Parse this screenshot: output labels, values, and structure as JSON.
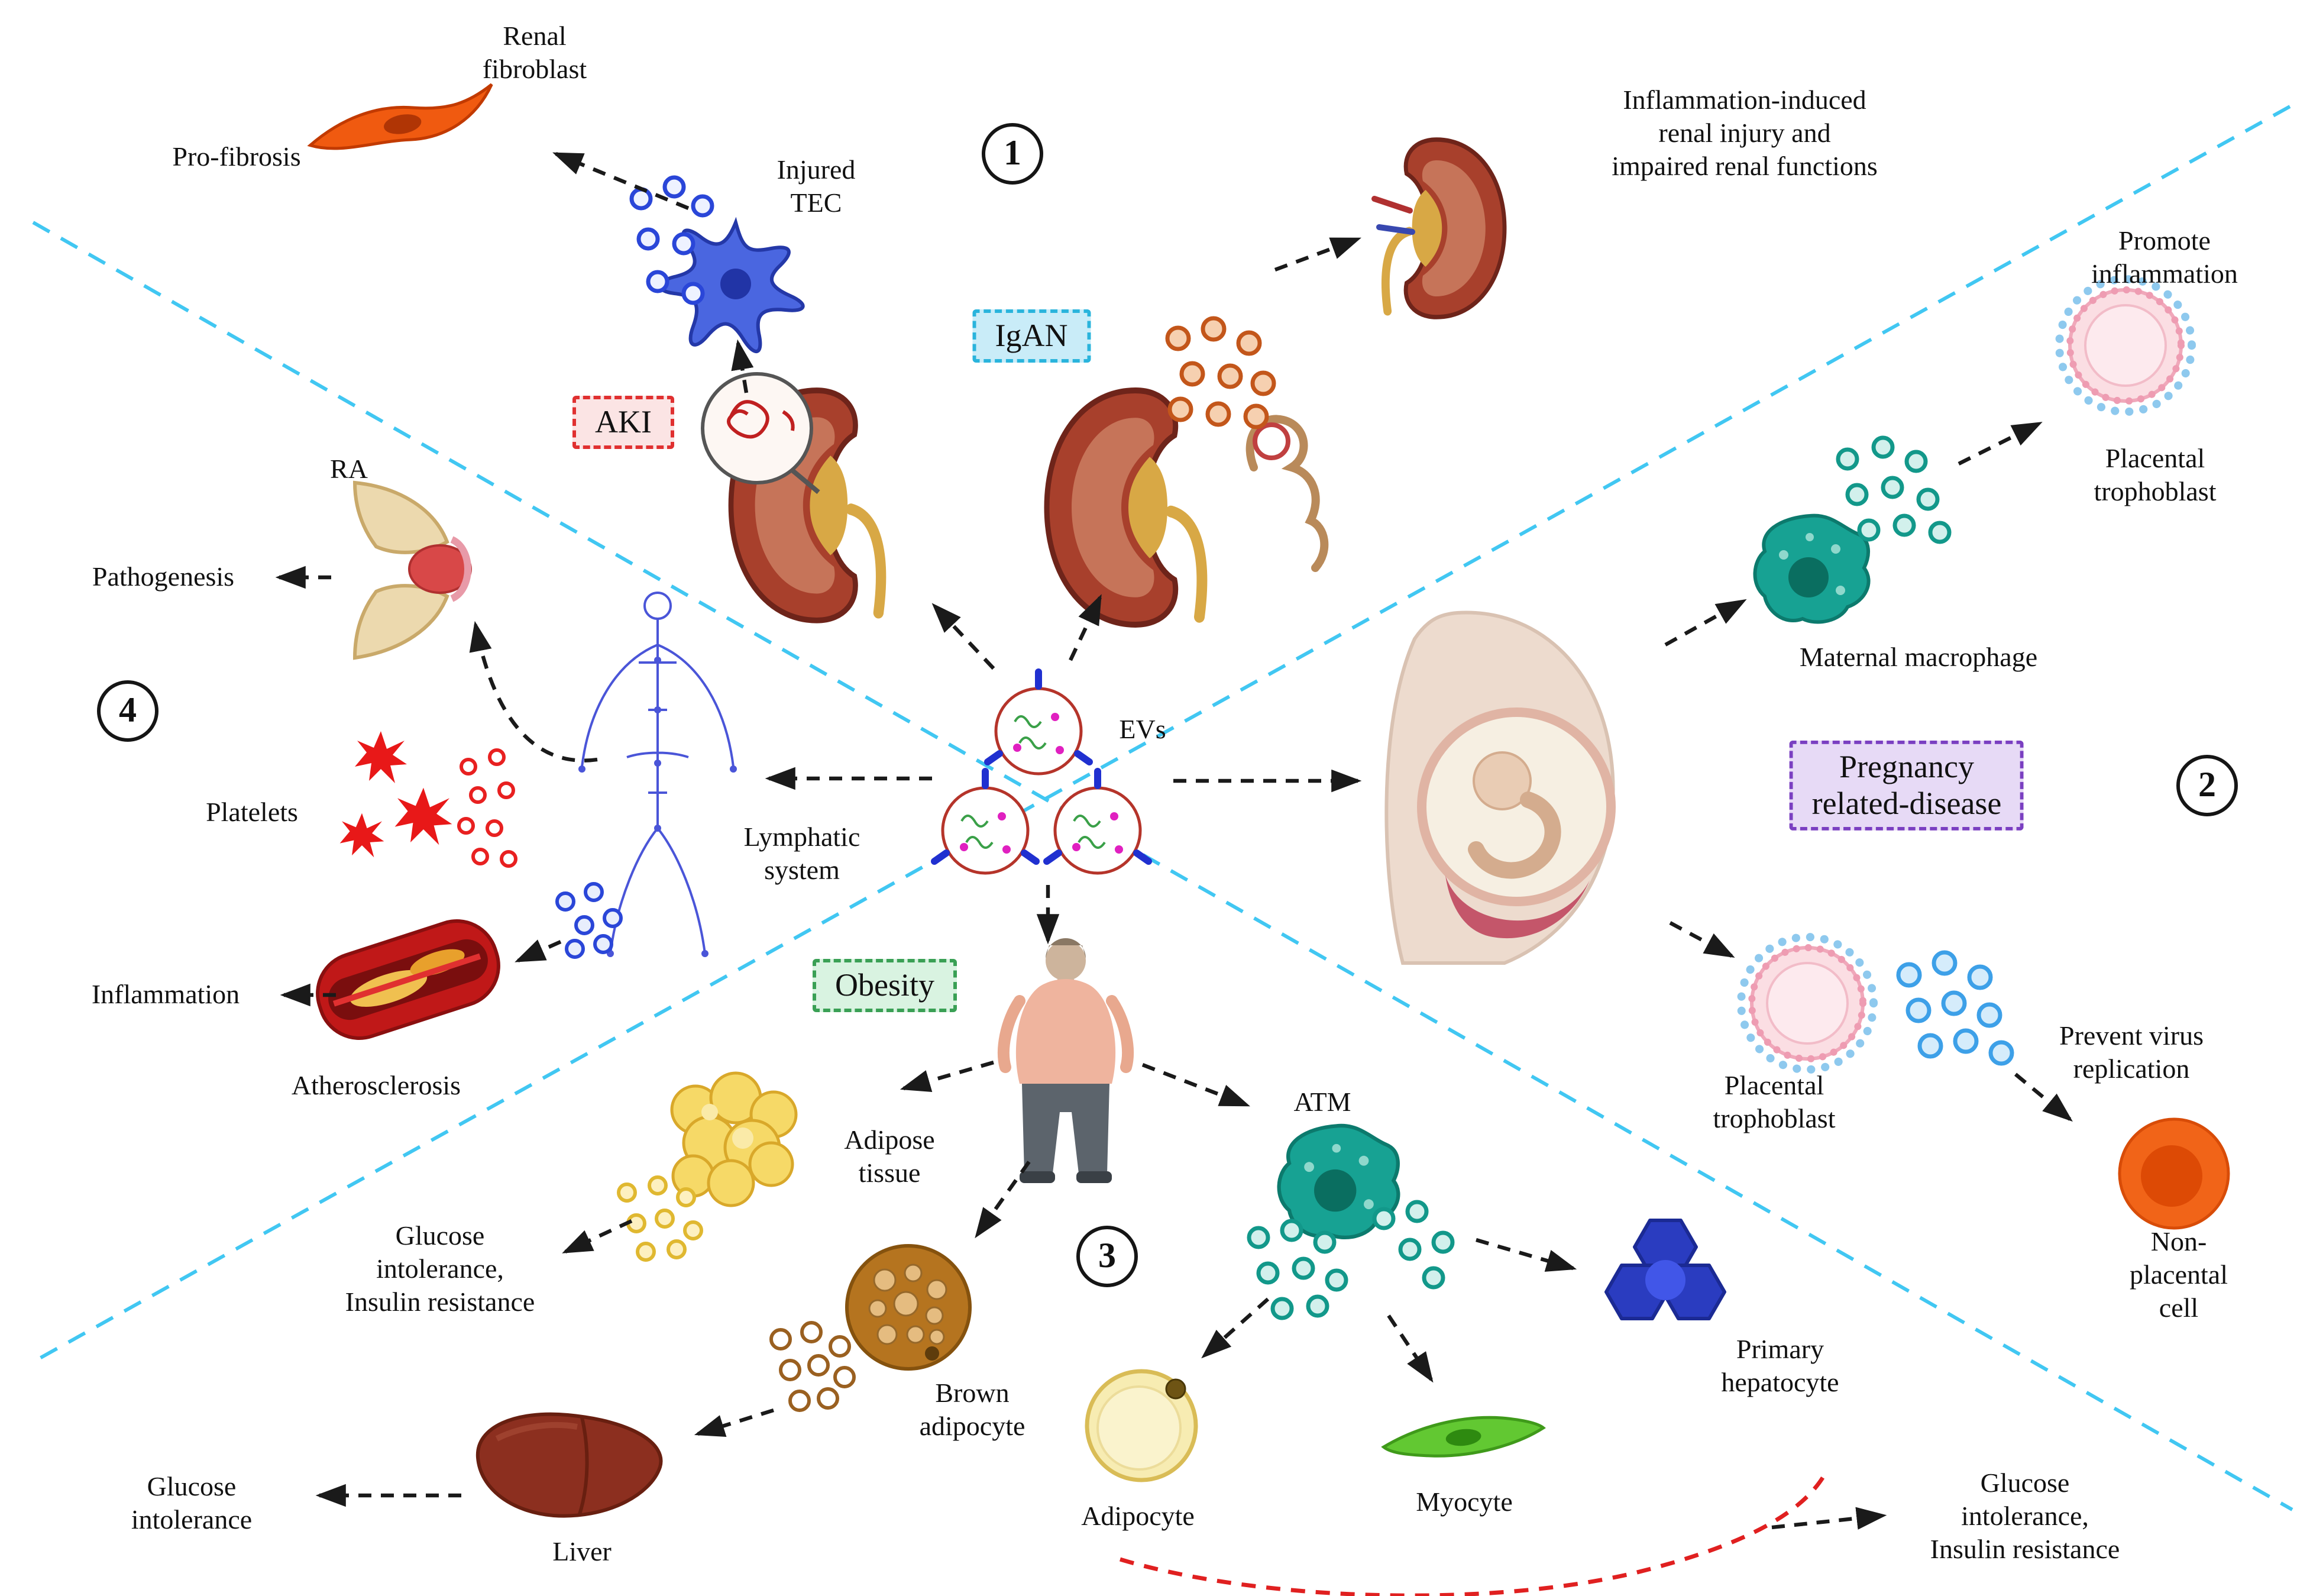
{
  "figure": {
    "center": {
      "evs_label": "EVs"
    },
    "quadrant1": {
      "number": "1",
      "renal_fibroblast": "Renal\nfibroblast",
      "pro_fibrosis": "Pro-fibrosis",
      "injured_tec": "Injured\nTEC",
      "aki": "AKI",
      "igan": "IgAN",
      "renal_injury": "Inflammation-induced\nrenal injury and\nimpaired renal functions"
    },
    "quadrant2": {
      "number": "2",
      "promote_inflammation": "Promote\ninflammation",
      "placental_trophoblast_top": "Placental\ntrophoblast",
      "maternal_macrophage": "Maternal macrophage",
      "pregnancy_disease": "Pregnancy\nrelated-disease",
      "placental_trophoblast_bottom": "Placental\ntrophoblast",
      "prevent_virus": "Prevent virus\nreplication",
      "non_placental_cell": "Non-placental\ncell"
    },
    "quadrant3": {
      "number": "3",
      "obesity": "Obesity",
      "adipose_tissue": "Adipose\ntissue",
      "glucose_insulin_left": "Glucose\nintolerance,\nInsulin resistance",
      "atm": "ATM",
      "brown_adipocyte": "Brown\nadipocyte",
      "liver": "Liver",
      "glucose_intolerance": "Glucose\nintolerance",
      "adipocyte": "Adipocyte",
      "myocyte": "Myocyte",
      "primary_hepatocyte": "Primary\nhepatocyte",
      "glucose_insulin_right": "Glucose\nintolerance,\nInsulin resistance"
    },
    "quadrant4": {
      "number": "4",
      "ra": "RA",
      "pathogenesis": "Pathogenesis",
      "platelets": "Platelets",
      "lymphatic_system": "Lymphatic\nsystem",
      "inflammation": "Inflammation",
      "atherosclerosis": "Atherosclerosis"
    },
    "colors": {
      "divider_line": "#41c7f2",
      "arrow": "#1a1a1a",
      "highlight_curve": "#e02020",
      "aki_box_border": "#e03030",
      "aki_box_bg": "#fbe4e4",
      "igan_box_border": "#2ab4dc",
      "igan_box_bg": "#c9ecf8",
      "obesity_box_border": "#3aa055",
      "obesity_box_bg": "#d9f3e1",
      "pregnancy_box_border": "#7a3fc1",
      "pregnancy_box_bg": "#e7daf6",
      "ev_outline": "#b5342a",
      "macrophage": "#17a293",
      "trophoblast": "#fbdee3",
      "non_placental_cell": "#f16418",
      "myocyte": "#62c832",
      "hepatocyte": "#2a3cc0"
    }
  }
}
